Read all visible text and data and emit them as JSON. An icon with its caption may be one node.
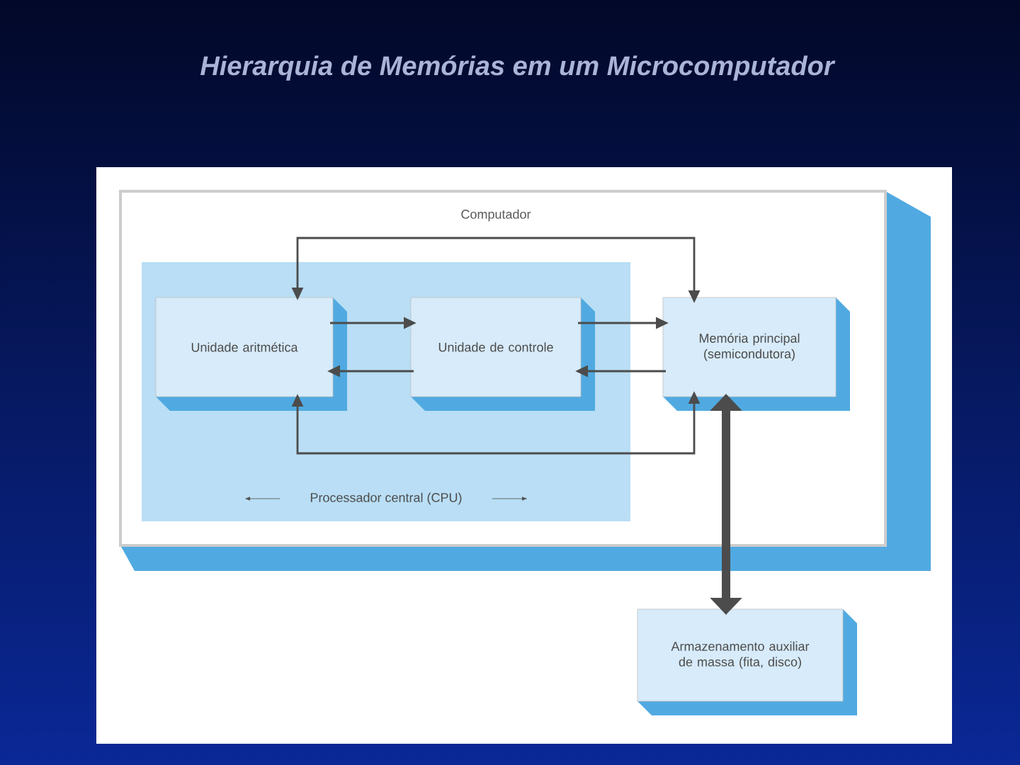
{
  "diagram": {
    "title": "Hierarquia de Memórias em um Microcomputador",
    "nodes": [
      {
        "text": [
          "Computador"
        ]
      },
      {
        "text": [
          "Processador central (CPU)"
        ],
        "in": 0
      },
      {
        "text": [
          "Unidade aritmética"
        ],
        "in": 1
      },
      {
        "text": [
          "Unidade de controle"
        ],
        "in": 1
      },
      {
        "text": [
          "Memória principal (semicondutora)"
        ],
        "in": 0
      },
      {
        "text": [
          "Armazenamento auxiliar de massa (fita, disco)"
        ]
      }
    ],
    "edges": [
      {
        "from": 2,
        "to": 4,
        "arrow": "both"
      },
      {
        "from": 2,
        "to": 4,
        "arrow": "both"
      },
      {
        "from": 2,
        "to": 3,
        "arrow": "to"
      },
      {
        "from": 3,
        "to": 2,
        "arrow": "to"
      },
      {
        "from": 3,
        "to": 4,
        "arrow": "to"
      },
      {
        "from": 4,
        "to": 3,
        "arrow": "to"
      },
      {
        "from": 4,
        "to": 5,
        "arrow": "both",
        "style": "thick"
      }
    ]
  }
}
